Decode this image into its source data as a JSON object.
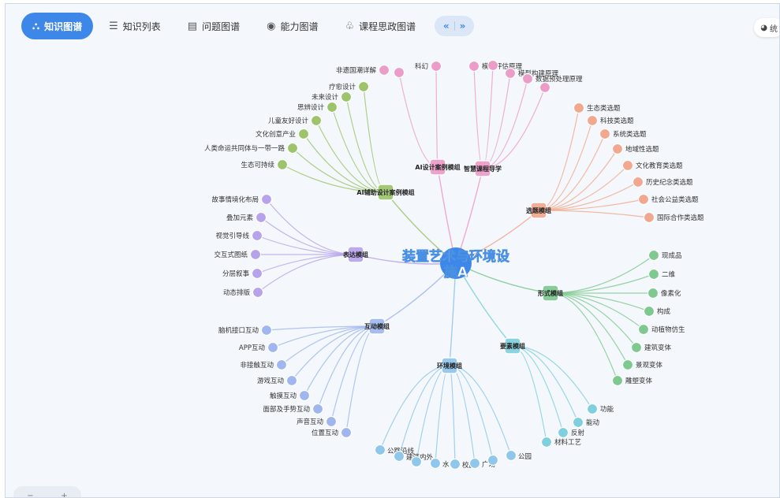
{
  "tabs": [
    {
      "label": "知识图谱",
      "icon": "graph-icon",
      "active": true
    },
    {
      "label": "知识列表",
      "icon": "list-icon",
      "active": false
    },
    {
      "label": "问题图谱",
      "icon": "question-map-icon",
      "active": false
    },
    {
      "label": "能力图谱",
      "icon": "ability-icon",
      "active": false
    },
    {
      "label": "课程思政图谱",
      "icon": "course-ideology-icon",
      "active": false
    }
  ],
  "collapse_left": "«",
  "collapse_right": "»",
  "right_pill_text": "统",
  "zoom_controls": [
    "−",
    "+"
  ],
  "center": {
    "line1": "装置艺术与环境设",
    "line2": "施A"
  },
  "modules": [
    {
      "id": "ai_assist",
      "label": "AI辅助设计案例模组",
      "color": "#9cc46a",
      "children": [
        "非遗国潮详解",
        "疗愈设计",
        "未来设计",
        "思辨设计",
        "儿童友好设计",
        "文化创意产业",
        "人类命运共同体与一带一路",
        "生态可持续"
      ]
    },
    {
      "id": "ai_case",
      "label": "AI设计案例模组",
      "color": "#ec9cc8",
      "children": [
        "科幻"
      ]
    },
    {
      "id": "smart",
      "label": "智慧课程导学",
      "color": "#ec9cc8",
      "children": [
        "模型评估原理",
        "模型构建原理",
        "数据预处理原理"
      ]
    },
    {
      "id": "topic",
      "label": "选题模组",
      "color": "#f2a88e",
      "children": [
        "生态类选题",
        "科技类选题",
        "系统类选题",
        "地域性选题",
        "文化教育类选题",
        "历史纪念类选题",
        "社会公益类选题",
        "国际合作类选题"
      ]
    },
    {
      "id": "form",
      "label": "形式模组",
      "color": "#7dc98f",
      "children": [
        "现成品",
        "二维",
        "像素化",
        "构成",
        "动植物仿生",
        "建筑变体",
        "景观变体",
        "雕塑变体"
      ]
    },
    {
      "id": "element",
      "label": "要素模组",
      "color": "#7fd0de",
      "children": [
        "功能",
        "能动",
        "反射",
        "材料工艺"
      ]
    },
    {
      "id": "env",
      "label": "环境模组",
      "color": "#8fc6ec",
      "children": [
        "公路沿线",
        "建筑内外",
        "水",
        "校园",
        "广场",
        "公园"
      ]
    },
    {
      "id": "interact",
      "label": "互动模组",
      "color": "#9fb6ee",
      "children": [
        "脑机接口互动",
        "APP互动",
        "非接触互动",
        "游戏互动",
        "触摸互动",
        "面部及手势互动",
        "声音互动",
        "位置互动"
      ]
    },
    {
      "id": "express",
      "label": "表达模组",
      "color": "#b7a2ec",
      "children": [
        "故事情境化布局",
        "叠加元素",
        "视觉引导线",
        "交互式图纸",
        "分层叙事",
        "动态排版"
      ]
    }
  ]
}
